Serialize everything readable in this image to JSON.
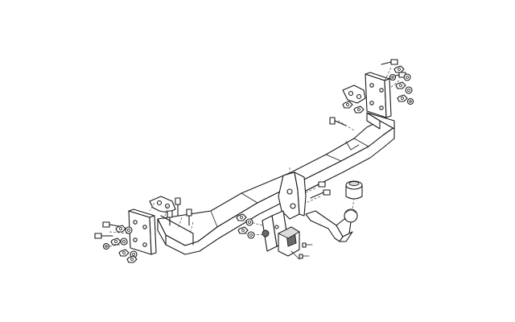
{
  "diagram": {
    "parts": [
      {
        "id": "crossbar",
        "icon": "tow-bar-crossbeam"
      },
      {
        "id": "left-mounting-plate",
        "icon": "mounting-plate"
      },
      {
        "id": "right-mounting-plate",
        "icon": "mounting-plate"
      },
      {
        "id": "left-bracket",
        "icon": "bracket"
      },
      {
        "id": "right-bracket",
        "icon": "bracket"
      },
      {
        "id": "tow-ball-neck",
        "icon": "tow-ball"
      },
      {
        "id": "tow-ball-cap",
        "icon": "ball-cover"
      },
      {
        "id": "socket-plate",
        "icon": "electrical-socket-plate"
      },
      {
        "id": "electrical-socket",
        "icon": "electrical-socket"
      },
      {
        "id": "bolt-set",
        "icon": "bolt"
      },
      {
        "id": "nut-washer-set",
        "icon": "nut-washer"
      }
    ],
    "colors": {
      "line": "#1a1a1a",
      "background": "#ffffff",
      "shade": "#dcdcdc",
      "dark": "#6a6a6a"
    }
  }
}
